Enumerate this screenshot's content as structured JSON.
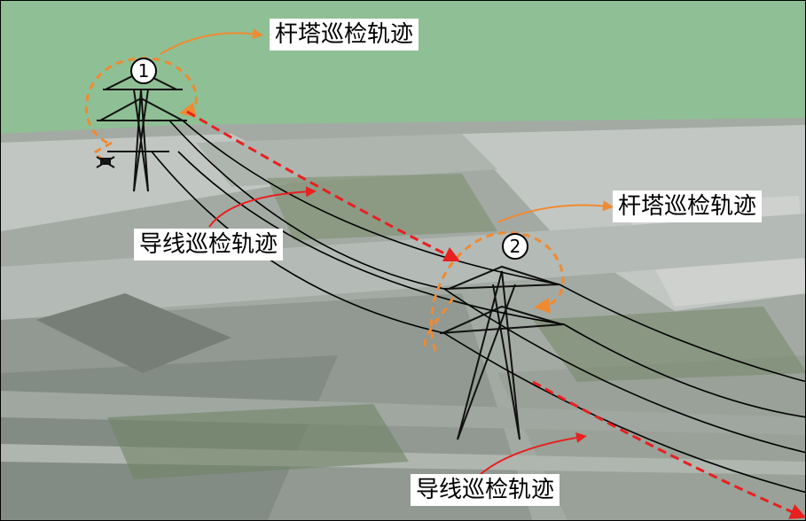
{
  "labels": {
    "tower_path_1": "杆塔巡检轨迹",
    "tower_path_2": "杆塔巡检轨迹",
    "wire_path_1": "导线巡检轨迹",
    "wire_path_2": "导线巡检轨迹"
  },
  "markers": {
    "tower_1": "1",
    "tower_2": "2"
  },
  "colors": {
    "sky": "#8fbf95",
    "ground": "#9aa39c",
    "tower_path": "#f08a30",
    "wire_path": "#e82020",
    "wire": "#000000"
  }
}
